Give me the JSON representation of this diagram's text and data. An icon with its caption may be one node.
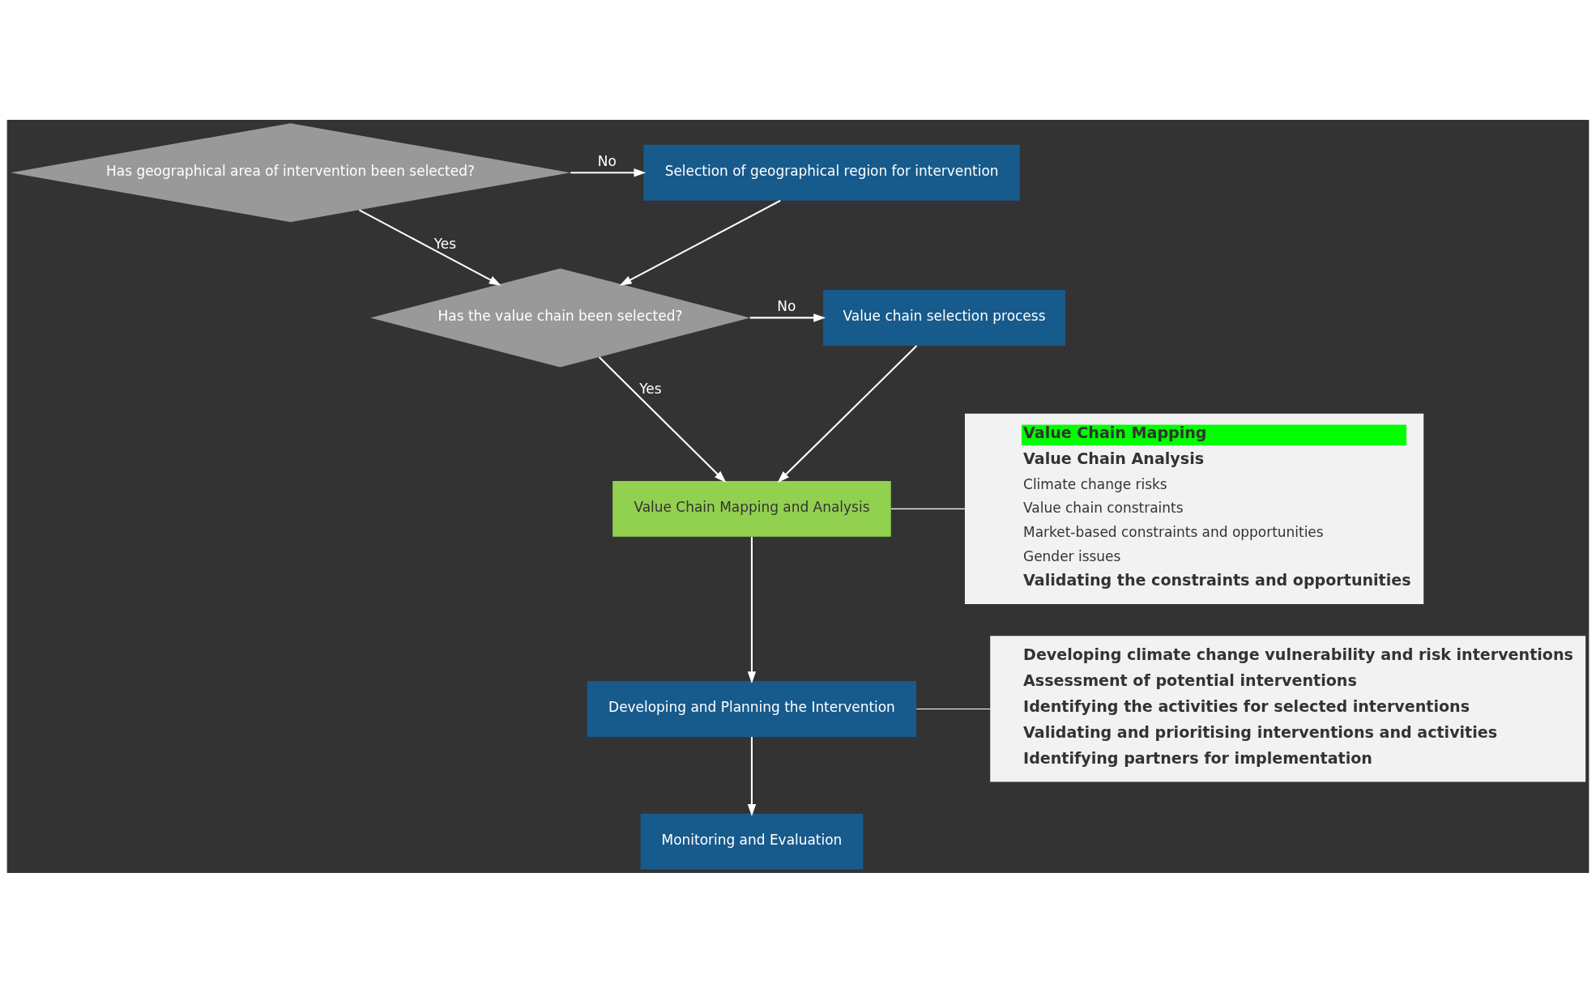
{
  "diagram": {
    "nodes": [
      {
        "text": [
          "Has geographical area of intervention been selected?"
        ]
      },
      {
        "text": [
          "Selection of geographical region for intervention"
        ]
      },
      {
        "text": [
          "Value chain selection process"
        ]
      },
      {
        "text": [
          "Has the value chain been selected?"
        ]
      },
      {
        "text": [
          "Value Chain Mapping and Analysis"
        ]
      },
      {
        "text": [
          "Developing and Planning the Intervention"
        ]
      },
      {
        "text": [
          "Monitoring and Evaluation"
        ]
      },
      {
        "text": [
          "Value Chain Mapping",
          "Value Chain Analysis",
          "Climate change risks",
          "Value chain constraints",
          "Market-based constraints and opportunities",
          "Gender issues",
          "Validating the constraints and opportunities"
        ]
      },
      {
        "text": [
          "Developing climate change vulnerability and risk interventions",
          "Assessment of potential interventions",
          "Identifying the activities for selected interventions",
          "Validating and prioritising interventions and activities",
          "Identifying partners for implementation"
        ]
      }
    ],
    "edges": [
      {
        "from": 0,
        "to": 1,
        "arrow": "to",
        "label": "No"
      },
      {
        "from": 0,
        "to": 3,
        "arrow": "to",
        "label": "Yes"
      },
      {
        "from": 1,
        "to": 3,
        "arrow": "to"
      },
      {
        "from": 3,
        "to": 2,
        "arrow": "to",
        "label": "No"
      },
      {
        "from": 3,
        "to": 4,
        "arrow": "to",
        "label": "Yes"
      },
      {
        "from": 2,
        "to": 4,
        "arrow": "to"
      },
      {
        "from": 4,
        "to": 5,
        "arrow": "to"
      },
      {
        "from": 5,
        "to": 6,
        "arrow": "to"
      },
      {
        "from": 4,
        "to": 7,
        "arrow": "none"
      },
      {
        "from": 5,
        "to": 8,
        "arrow": "none"
      }
    ]
  }
}
